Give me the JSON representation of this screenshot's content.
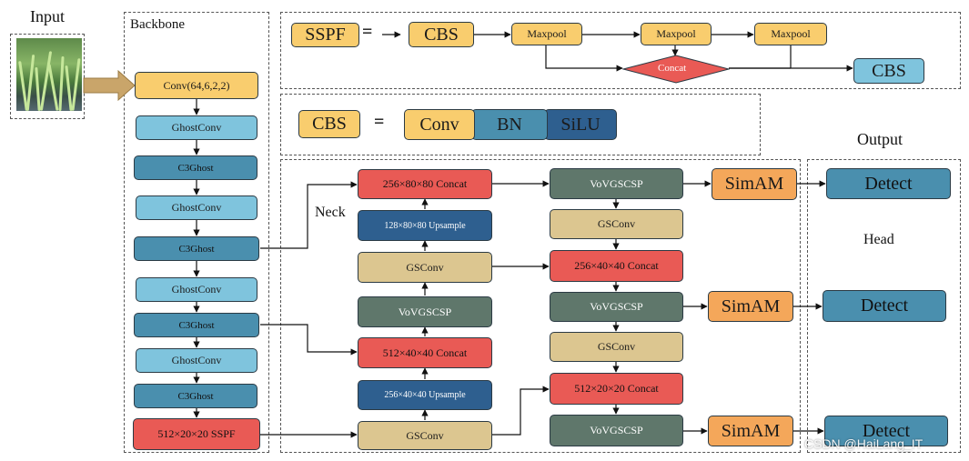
{
  "labels": {
    "input": "Input",
    "backbone": "Backbone",
    "neck": "Neck",
    "output": "Output",
    "head": "Head",
    "watermark": "CSDN @HaiLang_IT"
  },
  "sspf_def": {
    "name": "SSPF",
    "equals": "=",
    "cbs_in": "CBS",
    "maxpool_1": "Maxpool",
    "maxpool_2": "Maxpool",
    "maxpool_3": "Maxpool",
    "concat": "Concat",
    "cbs_out": "CBS"
  },
  "cbs_def": {
    "name": "CBS",
    "equals": "=",
    "conv": "Conv",
    "bn": "BN",
    "silu": "SiLU"
  },
  "backbone": [
    "Conv(64,6,2,2)",
    "GhostConv",
    "C3Ghost",
    "GhostConv",
    "C3Ghost",
    "GhostConv",
    "C3Ghost",
    "GhostConv",
    "C3Ghost",
    "512×20×20 SSPF"
  ],
  "neck_left": {
    "concat_top": "256×80×80 Concat",
    "upsample_top": "128×80×80 Upsample",
    "gsconv_top": "GSConv",
    "vov": "VoVGSCSP",
    "concat_mid": "512×40×40 Concat",
    "upsample_mid": "256×40×40 Upsample",
    "gsconv_bottom": "GSConv"
  },
  "neck_right": {
    "vov_1": "VoVGSCSP",
    "gsconv_1": "GSConv",
    "concat_1": "256×40×40 Concat",
    "vov_2": "VoVGSCSP",
    "gsconv_2": "GSConv",
    "concat_2": "512×20×20 Concat",
    "vov_3": "VoVGSCSP"
  },
  "simam": [
    "SimAM",
    "SimAM",
    "SimAM"
  ],
  "detect": [
    "Detect",
    "Detect",
    "Detect"
  ]
}
